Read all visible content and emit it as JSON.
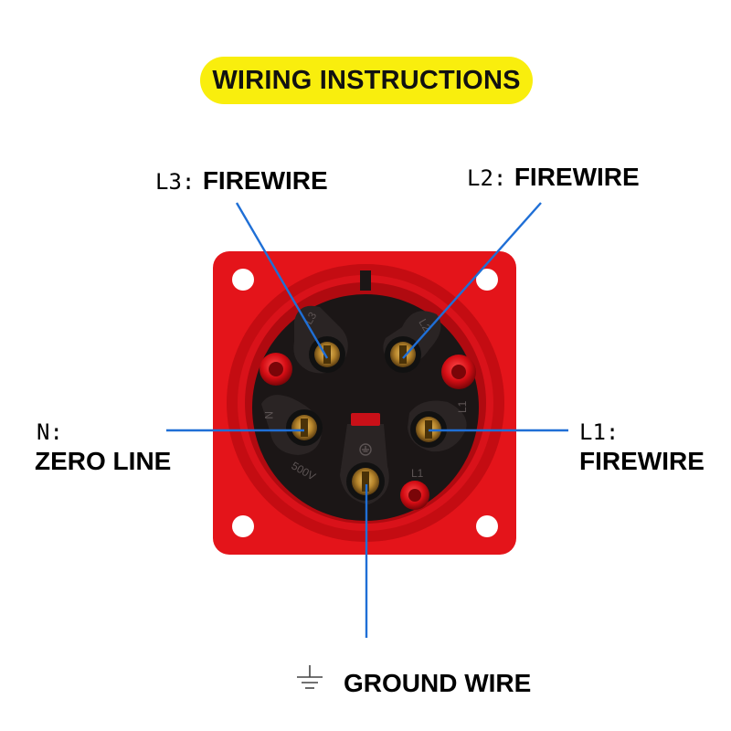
{
  "title": "WIRING INSTRUCTIONS",
  "colors": {
    "title_bg": "#f9ee0d",
    "socket_red": "#e4141a",
    "socket_black": "#1b1616",
    "pointer_blue": "#1f6fd6"
  },
  "labels": {
    "l3": {
      "code": "L3:",
      "name": "FIREWIRE"
    },
    "l2": {
      "code": "L2:",
      "name": "FIREWIRE"
    },
    "n": {
      "code": "N:",
      "name": "ZERO LINE"
    },
    "l1": {
      "code": "L1:",
      "name": "FIREWIRE"
    },
    "ground": {
      "icon": "ground-symbol-icon",
      "name": "GROUND WIRE"
    }
  },
  "socket_markings": [
    "L3",
    "L2",
    "N",
    "L1",
    "500V",
    "L1"
  ]
}
